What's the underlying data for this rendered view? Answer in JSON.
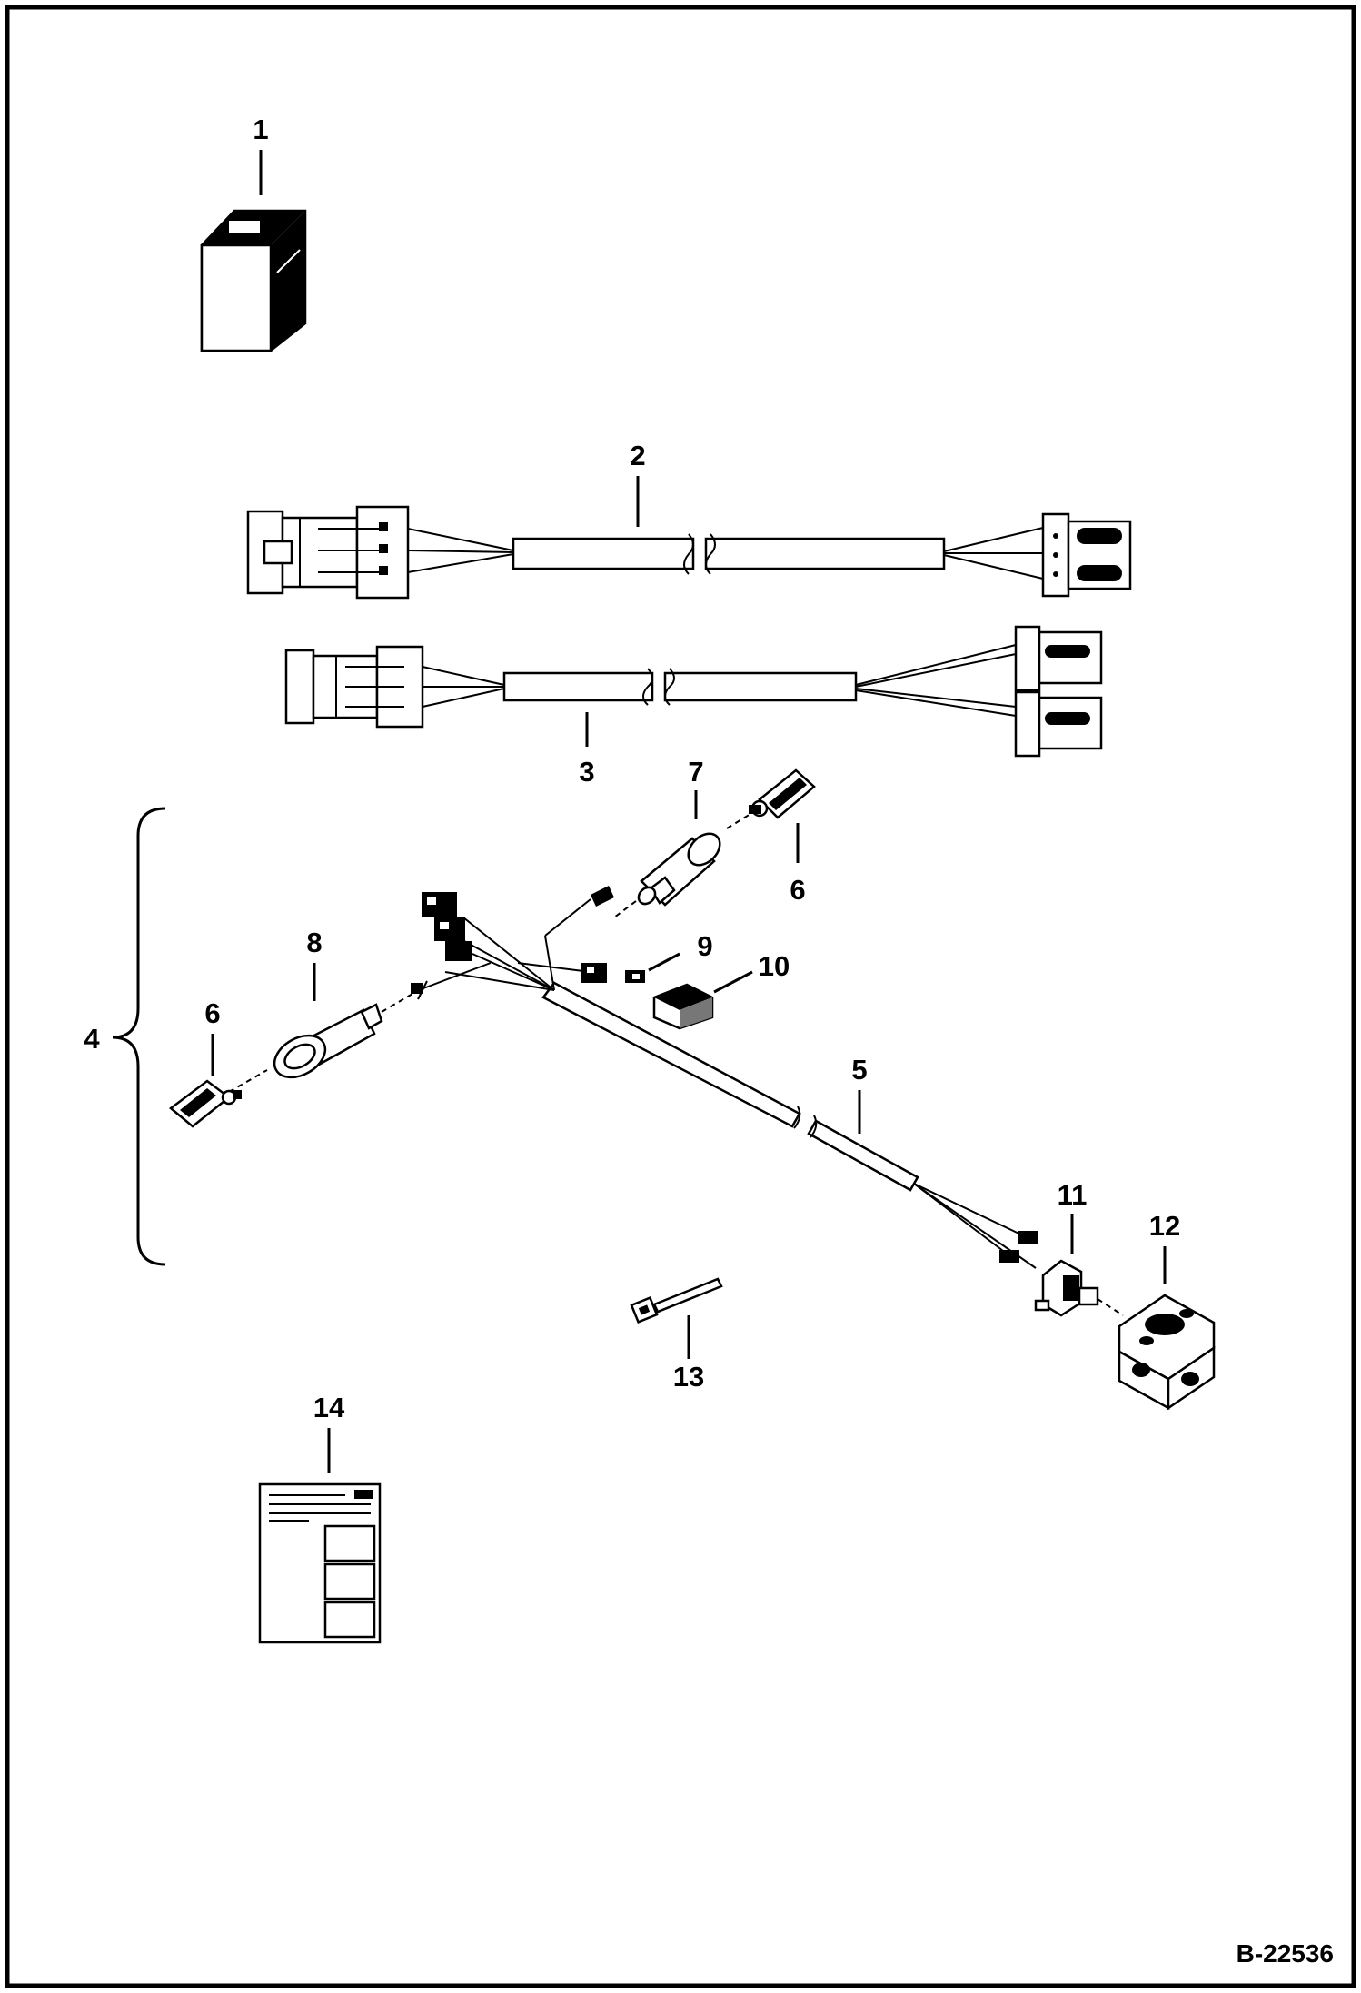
{
  "diagram": {
    "reference": "B-22536",
    "callouts": [
      {
        "id": "c1",
        "label": "1"
      },
      {
        "id": "c2",
        "label": "2"
      },
      {
        "id": "c3",
        "label": "3"
      },
      {
        "id": "c4",
        "label": "4"
      },
      {
        "id": "c5",
        "label": "5"
      },
      {
        "id": "c6a",
        "label": "6"
      },
      {
        "id": "c6b",
        "label": "6"
      },
      {
        "id": "c7",
        "label": "7"
      },
      {
        "id": "c8",
        "label": "8"
      },
      {
        "id": "c9",
        "label": "9"
      },
      {
        "id": "c10",
        "label": "10"
      },
      {
        "id": "c11",
        "label": "11"
      },
      {
        "id": "c12",
        "label": "12"
      },
      {
        "id": "c13",
        "label": "13"
      },
      {
        "id": "c14",
        "label": "14"
      }
    ]
  }
}
